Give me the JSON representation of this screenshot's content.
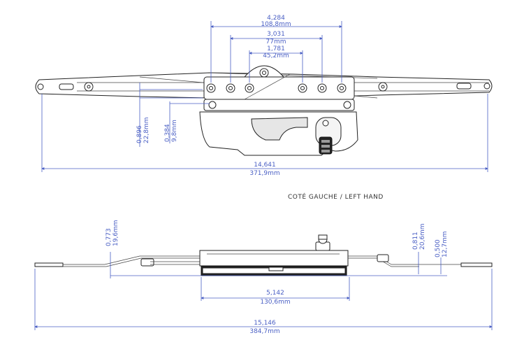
{
  "caption": "COTÉ GAUCHE  /  LEFT HAND",
  "top_view": {
    "dims": [
      {
        "in": "4,284",
        "mm": "108,8mm"
      },
      {
        "in": "3,031",
        "mm": "77mm"
      },
      {
        "in": "1,781",
        "mm": "45,2mm"
      },
      {
        "in": "0,896",
        "mm": "22,8mm"
      },
      {
        "in": "0,384",
        "mm": "9,8mm"
      },
      {
        "in": "14,641",
        "mm": "371,9mm"
      }
    ]
  },
  "side_view": {
    "dims": [
      {
        "in": "0,773",
        "mm": "19,6mm"
      },
      {
        "in": "0,811",
        "mm": "20,6mm"
      },
      {
        "in": "0,500",
        "mm": "12,7mm"
      },
      {
        "in": "5,142",
        "mm": "130,6mm"
      },
      {
        "in": "15,146",
        "mm": "384,7mm"
      }
    ]
  }
}
